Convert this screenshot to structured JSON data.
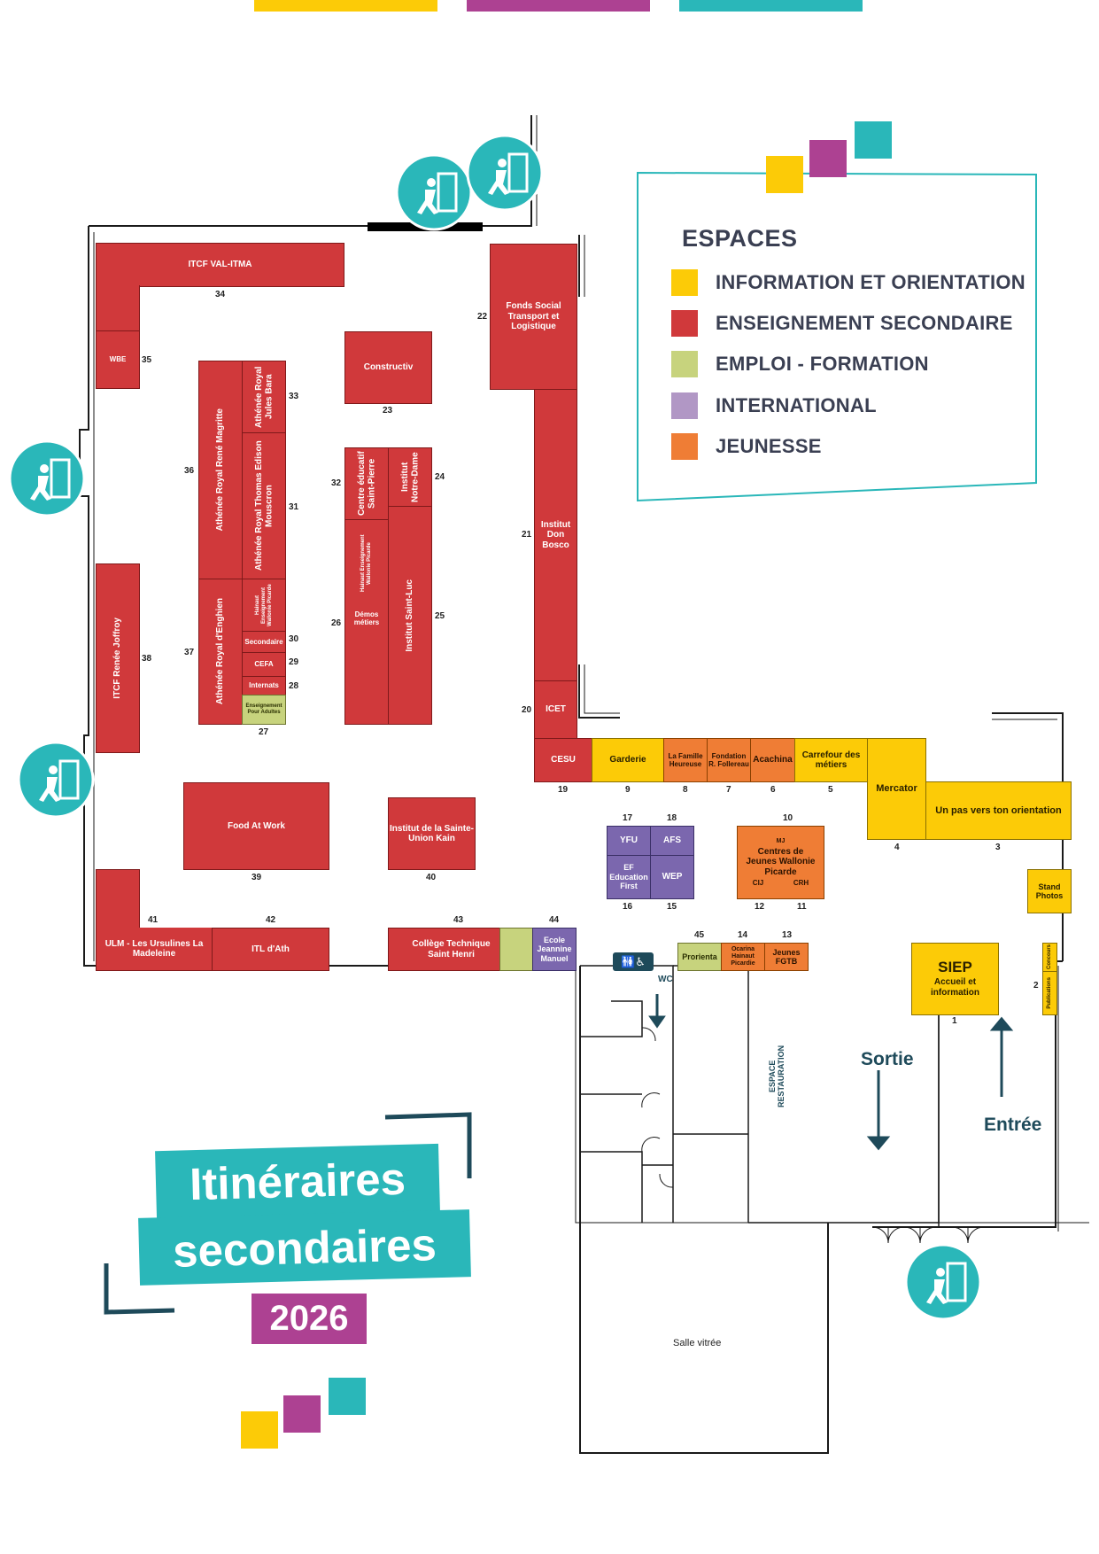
{
  "colors": {
    "information": "#fccb07",
    "enseignement": "#d0393b",
    "emploi": "#c7d37d",
    "international": "#b197c5",
    "jeunesse": "#ef7d35",
    "teal": "#2ab7b9",
    "purple_brand": "#ad4192",
    "wall": "#1a1a1a"
  },
  "legend": {
    "title": "ESPACES",
    "items": [
      {
        "label": "INFORMATION ET ORIENTATION",
        "color": "#fccb07"
      },
      {
        "label": "ENSEIGNEMENT SECONDAIRE",
        "color": "#d0393b"
      },
      {
        "label": "EMPLOI - FORMATION",
        "color": "#c7d37d"
      },
      {
        "label": "INTERNATIONAL",
        "color": "#b197c5"
      },
      {
        "label": "JEUNESSE",
        "color": "#ef7d35"
      }
    ]
  },
  "event": {
    "title_line1": "Itinéraires",
    "title_line2": "secondaires",
    "year": "2026"
  },
  "stands": {
    "s34": {
      "num": "34",
      "name": "ITCF VAL-ITMA"
    },
    "s35": {
      "num": "35",
      "name": "WBE"
    },
    "s22": {
      "num": "22",
      "name": "Fonds Social Transport et Logistique"
    },
    "s23": {
      "num": "23",
      "name": "Constructiv"
    },
    "s33": {
      "num": "33",
      "name": "Athénée Royal Jules Bara"
    },
    "s36": {
      "num": "36",
      "name": "Athénée Royal René Magritte"
    },
    "s31": {
      "num": "31",
      "name": "Athénée Royal Thomas Edison Mouscron"
    },
    "s32": {
      "num": "32",
      "name": "Centre éducatif Saint-Pierre"
    },
    "s24": {
      "num": "24",
      "name": "Institut Notre-Dame"
    },
    "s21": {
      "num": "21",
      "name": "Institut Don Bosco"
    },
    "s37": {
      "num": "37",
      "name": "Athénée Royal d'Enghien"
    },
    "s_hes": {
      "name": "Hainaut Enseignement Wallonie Picarde"
    },
    "s30": {
      "num": "30",
      "name": "Secondaire"
    },
    "s29": {
      "num": "29",
      "name": "CEFA"
    },
    "s28": {
      "num": "28",
      "name": "Internats"
    },
    "s27": {
      "num": "27",
      "name": "Enseignement Pour Adultes"
    },
    "s26": {
      "num": "26",
      "name": "Démos métiers",
      "sub": "Hainaut Enseignement Wallonie Picarde"
    },
    "s25": {
      "num": "25",
      "name": "Institut Saint-Luc"
    },
    "s38": {
      "num": "38",
      "name": "ITCF Renée Joffroy"
    },
    "s20": {
      "num": "20",
      "name": "ICET"
    },
    "s19": {
      "num": "19",
      "name": "CESU"
    },
    "s9": {
      "num": "9",
      "name": "Garderie"
    },
    "s8": {
      "num": "8",
      "name": "La Famille Heureuse"
    },
    "s7": {
      "num": "7",
      "name": "Fondation R. Follereau"
    },
    "s6": {
      "num": "6",
      "name": "Acachina"
    },
    "s5": {
      "num": "5",
      "name": "Carrefour des métiers"
    },
    "s4": {
      "num": "4",
      "name": "Mercator"
    },
    "s3": {
      "num": "3",
      "name": "Un pas vers ton orientation"
    },
    "s39": {
      "num": "39",
      "name": "Food At Work"
    },
    "s40": {
      "num": "40",
      "name": "Institut de la Sainte-Union Kain"
    },
    "s17": {
      "num": "17",
      "name": "YFU"
    },
    "s18": {
      "num": "18",
      "name": "AFS"
    },
    "s16": {
      "num": "16",
      "name": "EF Education First"
    },
    "s15": {
      "num": "15",
      "name": "WEP"
    },
    "s10": {
      "num": "10",
      "name": "Centres de Jeunes Wallonie Picarde",
      "tag": "MJ"
    },
    "s12": {
      "num": "12",
      "name": "CIJ"
    },
    "s11": {
      "num": "11",
      "name": "CRH"
    },
    "stand_photos": {
      "name": "Stand Photos"
    },
    "s41": {
      "num": "41",
      "name": "ULM - Les Ursulines La Madeleine"
    },
    "s42": {
      "num": "42",
      "name": "ITL d'Ath"
    },
    "s43": {
      "num": "43",
      "name": "Collège Technique Saint Henri"
    },
    "s44": {
      "num": "44",
      "name": "Ecole Jeannine Manuel"
    },
    "s45": {
      "num": "45",
      "name": "Prorienta"
    },
    "s14": {
      "num": "14",
      "name": "Ocarina Hainaut Picardie"
    },
    "s13": {
      "num": "13",
      "name": "Jeunes FGTB"
    },
    "s1": {
      "num": "1",
      "name": "SIEP",
      "sub": "Accueil et information"
    },
    "s2": {
      "num": "2",
      "name1": "Concours",
      "name2": "Publications"
    }
  },
  "labels": {
    "wc": "WC",
    "wc_icons": "🚻♿",
    "espace_restauration": "ESPACE RESTAURATION",
    "sortie": "Sortie",
    "entree": "Entrée",
    "salle_vitree": "Salle vitrée"
  }
}
